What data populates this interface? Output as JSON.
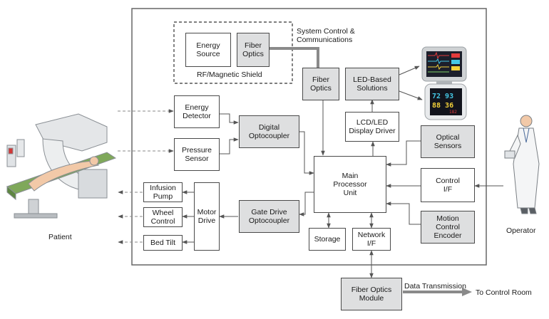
{
  "blocks": {
    "energy_source": "Energy\nSource",
    "fiber_optics_shield": "Fiber\nOptics",
    "fiber_optics": "Fiber\nOptics",
    "led_solutions": "LED-Based\nSolutions",
    "lcd_driver": "LCD/LED\nDisplay Driver",
    "energy_detector": "Energy\nDetector",
    "pressure_sensor": "Pressure\nSensor",
    "digital_optocoupler": "Digital\nOptocoupler",
    "optical_sensors": "Optical\nSensors",
    "main_processor": "Main\nProcessor\nUnit",
    "control_if": "Control\nI/F",
    "infusion_pump": "Infusion\nPump",
    "wheel_control": "Wheel\nControl",
    "bed_tilt": "Bed Tilt",
    "motor_drive": "Motor\nDrive",
    "gate_drive": "Gate Drive\nOptocoupler",
    "motion_encoder": "Motion\nControl\nEncoder",
    "storage": "Storage",
    "network_if": "Network\nI/F",
    "fiber_module": "Fiber Optics\nModule"
  },
  "labels": {
    "system_control": "System Control &\nCommunications",
    "shield": "RF/Magnetic Shield",
    "patient": "Patient",
    "operator": "Operator",
    "data_transmission": "Data Transmission",
    "control_room": "To Control Room"
  },
  "monitor_readouts": {
    "top": "72 93",
    "bottom": "88 36",
    "small": "182"
  },
  "colors": {
    "block_gray": "#dedfe0",
    "line": "#555555",
    "fiber_cable": "#8a8a8a",
    "monitor_red": "#e23b3b",
    "monitor_cyan": "#45c8e6",
    "monitor_yellow": "#f2d13a",
    "bed_green": "#7fa85a"
  }
}
